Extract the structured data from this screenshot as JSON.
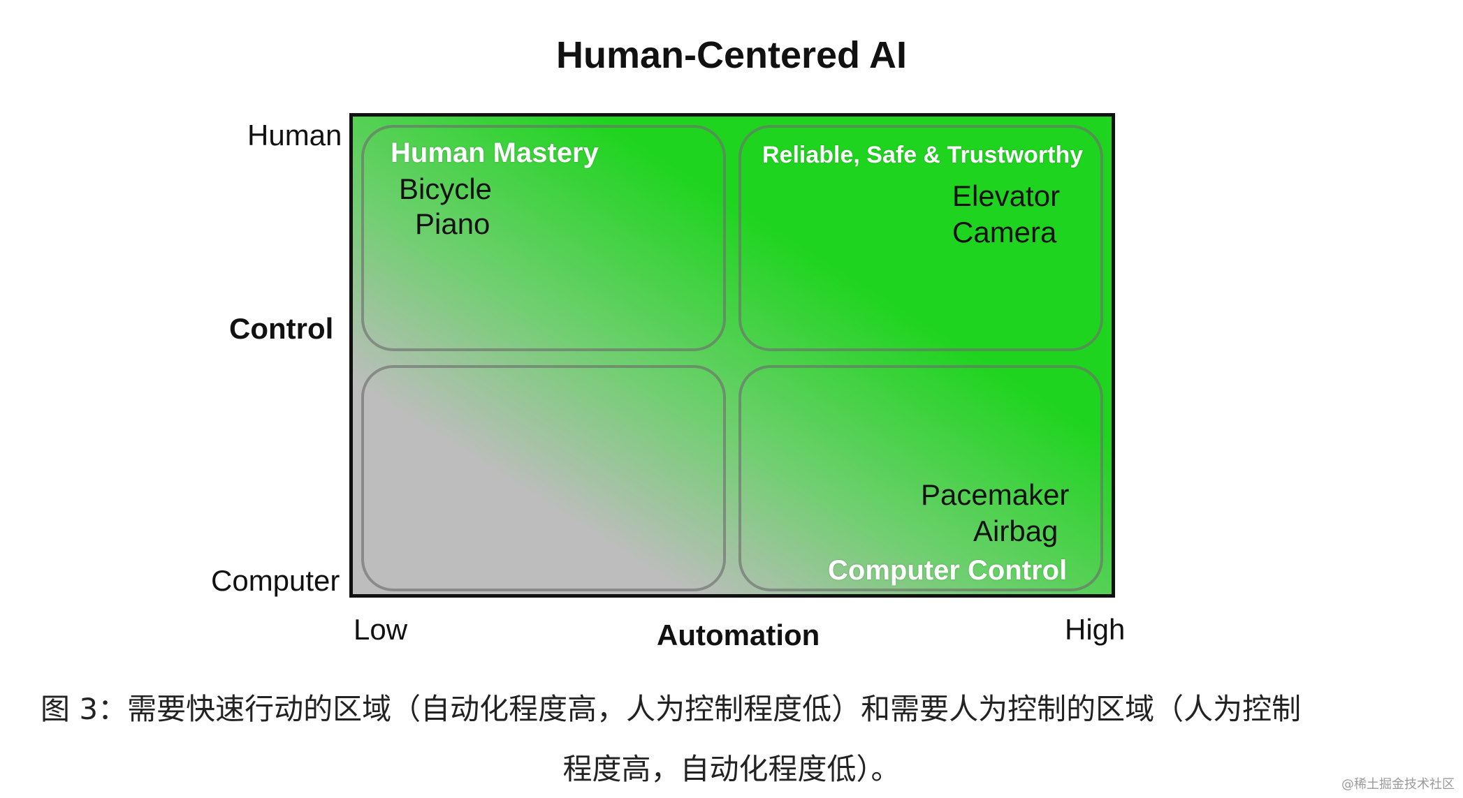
{
  "title": "Human-Centered AI",
  "y_axis": {
    "label": "Control",
    "top": "Human",
    "bottom": "Computer"
  },
  "x_axis": {
    "label": "Automation",
    "left": "Low",
    "right": "High"
  },
  "quadrants": {
    "top_left": {
      "heading": "Human Mastery",
      "items": [
        "Bicycle",
        "Piano"
      ]
    },
    "top_right": {
      "heading": "Reliable, Safe & Trustworthy",
      "items": [
        "Elevator",
        "Camera"
      ]
    },
    "bottom_left": {
      "heading": "",
      "items": []
    },
    "bottom_right": {
      "heading": "Computer Control",
      "items": [
        "Pacemaker",
        "Airbag"
      ]
    }
  },
  "colors": {
    "green": "#1fd41f",
    "gray": "#bdbdbd",
    "border": "#111111"
  },
  "caption": {
    "line1": "图 3：需要快速行动的区域（自动化程度高，人为控制程度低）和需要人为控制的区域（人为控制",
    "line2": "程度高，自动化程度低）。"
  },
  "watermark": "@稀土掘金技术社区"
}
